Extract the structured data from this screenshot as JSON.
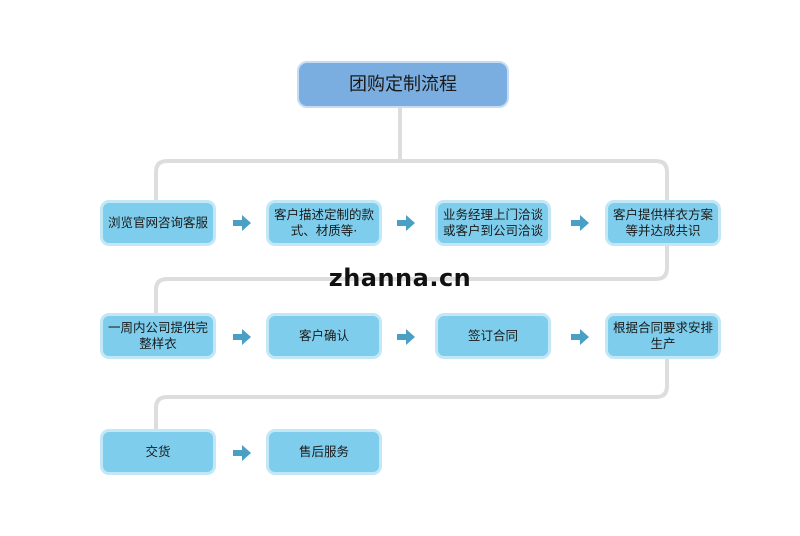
{
  "title": "团购定制流程",
  "rows": [
    [
      "浏览官网咨询客服",
      "客户描述定制的款式、材质等·",
      "业务经理上门洽谈或客户到公司洽谈",
      "客户提供样衣方案等并达成共识"
    ],
    [
      "一周内公司提供完整样衣",
      "客户确认",
      "签订合同",
      "根据合同要求安排生产"
    ],
    [
      "交货",
      "售后服务"
    ]
  ],
  "watermark": "zhanna.cn",
  "colors": {
    "title_fill": "#7aaee0",
    "step_fill": "#7fcdec",
    "arrow": "#4a9fc4",
    "connector": "#dddddd"
  }
}
